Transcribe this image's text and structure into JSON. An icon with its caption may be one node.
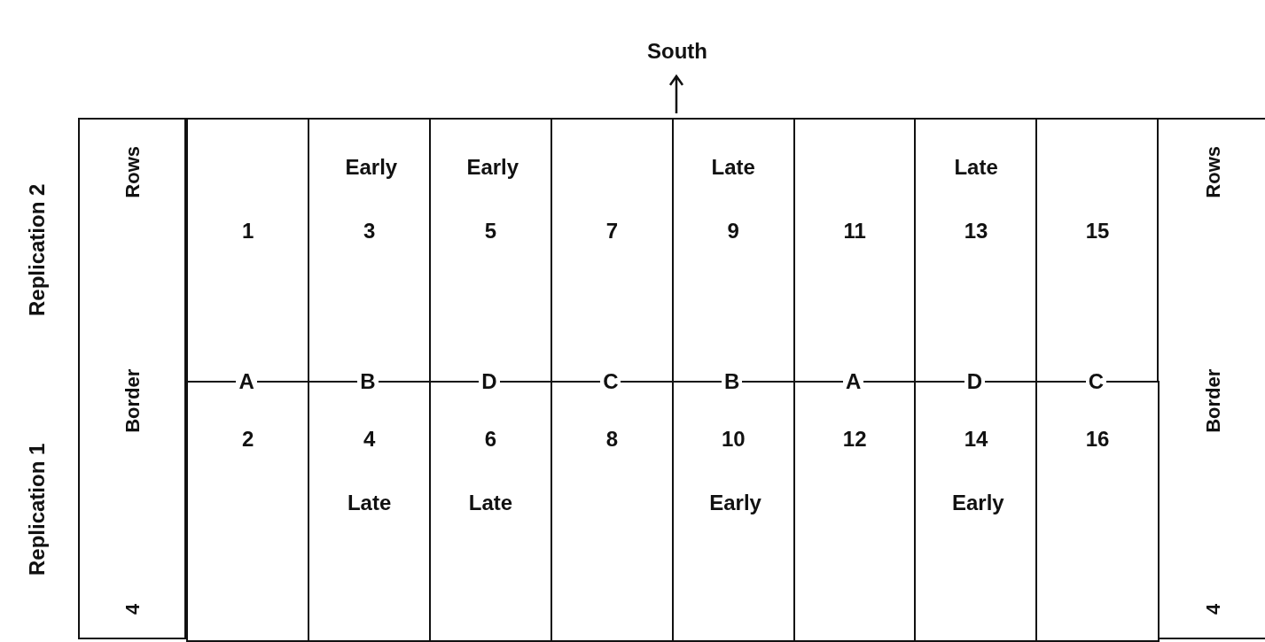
{
  "diagram": {
    "nodes": [
      {
        "text": [
          "4 Border Rows"
        ]
      },
      {
        "text": [
          "1"
        ]
      },
      {
        "text": [
          "Early",
          "3"
        ]
      },
      {
        "text": [
          "Early",
          "5"
        ]
      },
      {
        "text": [
          "7"
        ]
      },
      {
        "text": [
          "Late",
          "9"
        ]
      },
      {
        "text": [
          "11"
        ]
      },
      {
        "text": [
          "Late",
          "13"
        ]
      },
      {
        "text": [
          "15"
        ]
      },
      {
        "text": [
          "4 Border Rows"
        ]
      },
      {
        "text": [
          "2"
        ]
      },
      {
        "text": [
          "4",
          "Late"
        ]
      },
      {
        "text": [
          "6",
          "Late"
        ]
      },
      {
        "text": [
          "8"
        ]
      },
      {
        "text": [
          "10",
          "Early"
        ]
      },
      {
        "text": [
          "12"
        ]
      },
      {
        "text": [
          "14",
          "Early"
        ]
      },
      {
        "text": [
          "16"
        ]
      }
    ],
    "labels": [
      "South",
      "Replication 2",
      "A",
      "B",
      "D",
      "C",
      "B",
      "A",
      "D",
      "C",
      "Replication 1"
    ]
  }
}
